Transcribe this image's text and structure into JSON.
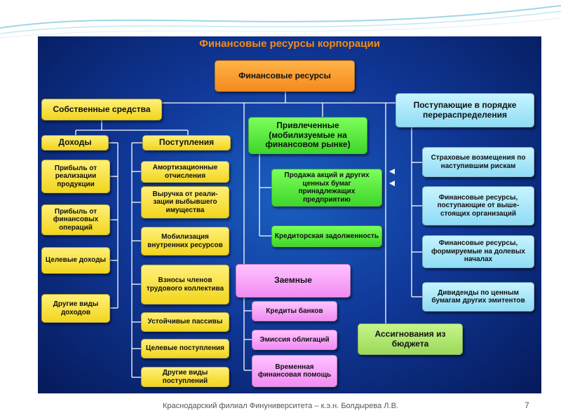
{
  "title": "Финансовые ресурсы корпорации",
  "root": "Финансовые ресурсы",
  "own": {
    "label": "Собственные средства",
    "income": {
      "label": "Доходы",
      "items": [
        "Прибыль от реализации продукции",
        "Прибыль от финансовых операций",
        "Целевые доходы",
        "Другие виды доходов"
      ]
    },
    "receipts": {
      "label": "Поступления",
      "items": [
        "Амортизационные отчисления",
        "Выручка от реали-зации выбывшего имущества",
        "Мобилизация внутренних ресурсов",
        "Взносы членов трудового коллектива",
        "Устойчивые пассивы",
        "Целевые поступления",
        "Другие виды поступлений"
      ]
    }
  },
  "attracted": {
    "label": "Привлеченные (мобилизуемые на финансовом рынке)",
    "items": [
      "Продажа акций и других ценных бумаг принадлежащих предприятию",
      "Кредиторская задолженность"
    ]
  },
  "borrowed": {
    "label": "Заемные",
    "items": [
      "Кредиты банков",
      "Эмиссия облигаций",
      "Временная финансовая помощь"
    ]
  },
  "redistribution": {
    "label": "Поступающие в порядке перераспределения",
    "items": [
      "Страховые возмещения по наступившим рискам",
      "Финансовые ресурсы, поступающие от выше-стоящих организаций",
      "Финансовые ресурсы, формируемые на долевых началах",
      "Дивиденды по ценным бумагам других эмитентов"
    ]
  },
  "budget": "Ассигнования из бюджета",
  "footer": "Краснодарский филиал Финуниверситета – к.э.н. Болдырева Л.В.",
  "page": "7",
  "colors": {
    "panel": "#10399a",
    "title": "#f28c14",
    "root": "#f48a1e",
    "own": "#f2d51c",
    "redistribution": "#8fdcf5",
    "attracted": "#3fd62b",
    "borrowed": "#f08cf3",
    "budget": "#9bd95a"
  }
}
